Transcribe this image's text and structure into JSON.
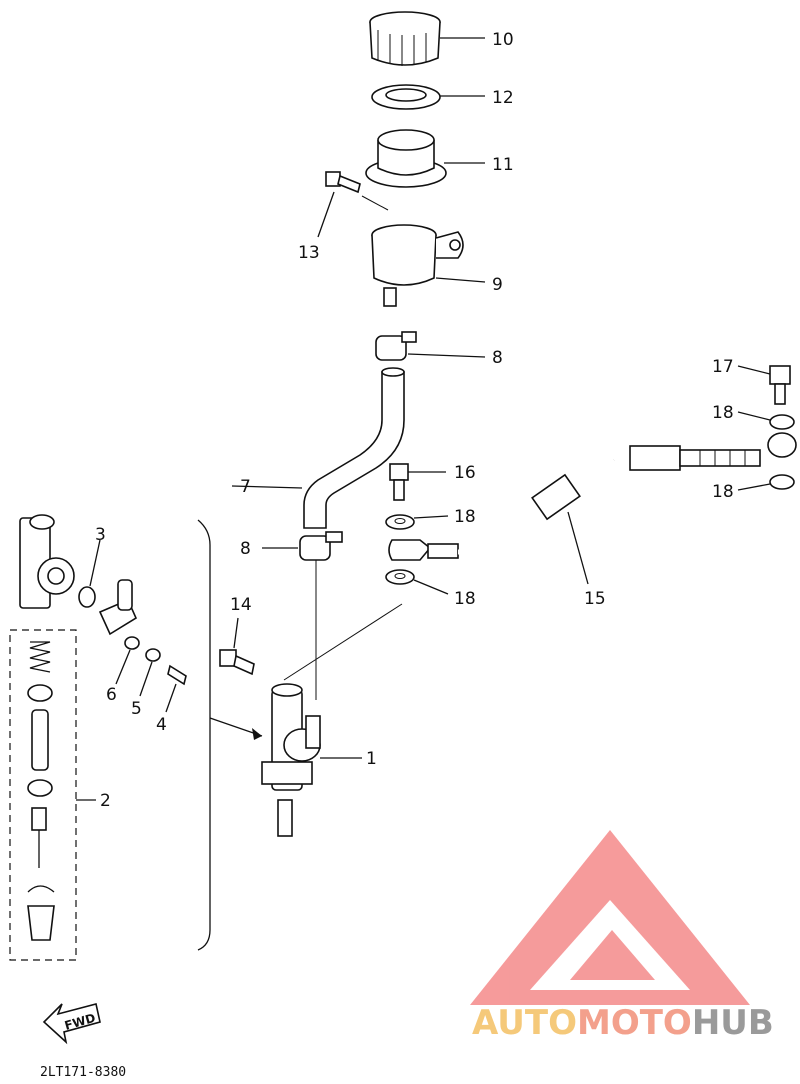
{
  "diagram": {
    "labels": {
      "l1": "1",
      "l2": "2",
      "l3": "3",
      "l4": "4",
      "l5": "5",
      "l6": "6",
      "l7": "7",
      "l8a": "8",
      "l8b": "8",
      "l9": "9",
      "l10": "10",
      "l11": "11",
      "l12": "12",
      "l13": "13",
      "l14": "14",
      "l15": "15",
      "l16": "16",
      "l17": "17",
      "l18a": "18",
      "l18b": "18",
      "l18c": "18",
      "l18d": "18"
    },
    "fwd": "FWD",
    "code": "2LT171-8380"
  },
  "logo": {
    "part1": "AUTO",
    "part2": "MOTO",
    "part3": "HUB",
    "colors": {
      "auto": "#f5c97a",
      "moto": "#f3a08c",
      "hub": "#9a9a9a",
      "mark": "#f48a8a"
    }
  }
}
